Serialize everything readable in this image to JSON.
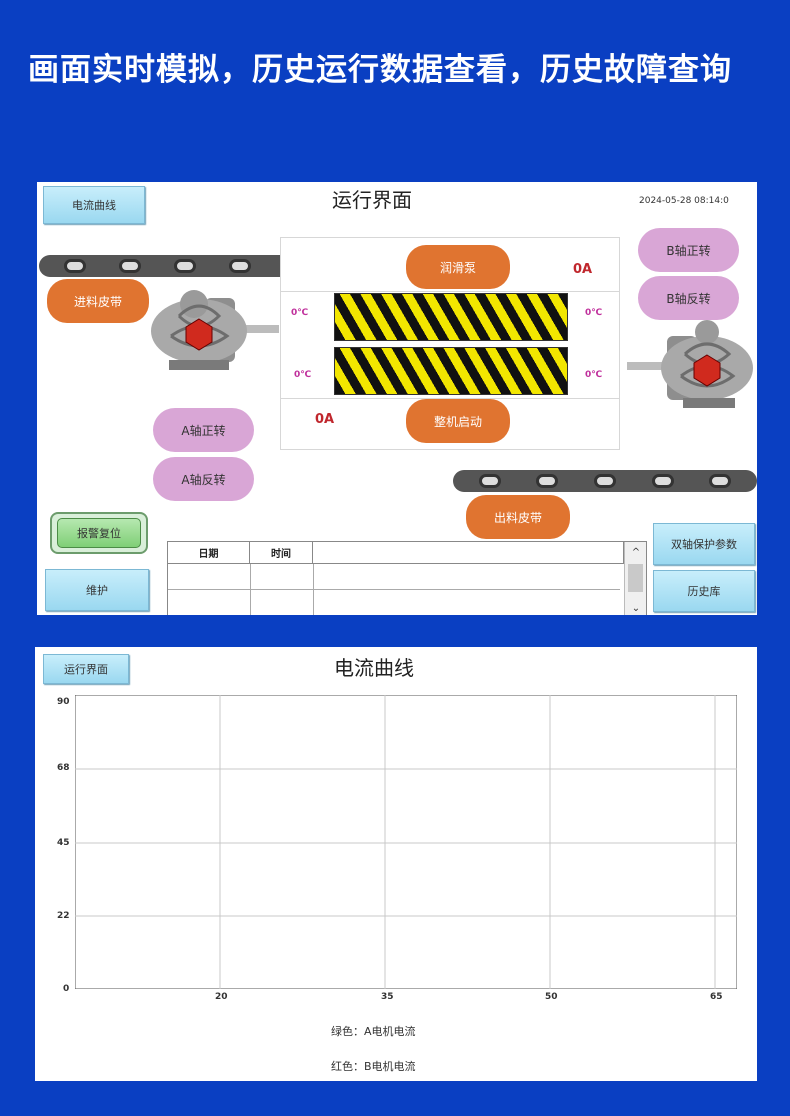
{
  "headline": "画面实时模拟，历史运行数据查看，历史故障查询",
  "run_screen": {
    "title": "运行界面",
    "current_curve_button": "电流曲线",
    "datetime": "2024-05-28 08:14:0",
    "labels": {
      "feed_conveyor": "进料皮带",
      "exit_conveyor": "出料皮带",
      "upper_btn": "润滑泵",
      "lower_btn": "整机启动",
      "a_forward": "A轴正转",
      "a_reverse": "A轴反转",
      "b_forward": "B轴正转",
      "b_reverse": "B轴反转"
    },
    "amp_right": "0A",
    "amp_left": "0A",
    "temps": [
      "0℃",
      "0℃",
      "0℃",
      "0℃"
    ],
    "reset_button": "报警复位",
    "maintenance_button": "维护",
    "dual_param_button": "双轴保护参数",
    "history_button": "历史库",
    "log_headers": [
      "日期",
      "时间",
      ""
    ]
  },
  "curve_screen": {
    "title": "电流曲线",
    "run_screen_button": "运行界面",
    "y_ticks": [
      "90",
      "68",
      "45",
      "22",
      "0"
    ],
    "x_ticks": [
      "20",
      "35",
      "50",
      "65"
    ],
    "legend_green": "绿色：A电机电流",
    "legend_red": "红色：B电机电流",
    "colors": {
      "grid": "#c8c8c8",
      "frame": "#555555"
    }
  }
}
